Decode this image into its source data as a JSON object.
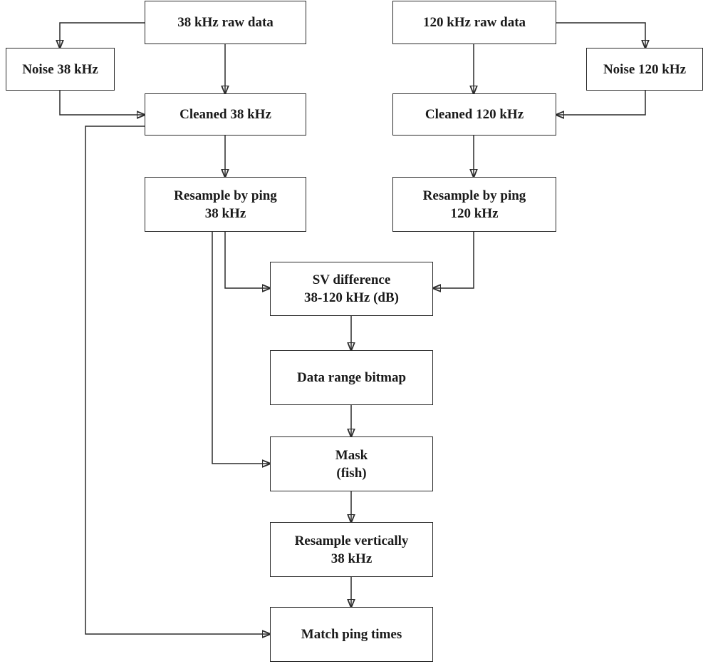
{
  "diagram": {
    "nodes": {
      "raw38": {
        "lines": [
          "38 kHz raw data"
        ]
      },
      "raw120": {
        "lines": [
          "120 kHz raw data"
        ]
      },
      "noise38": {
        "lines": [
          "Noise 38 kHz"
        ]
      },
      "noise120": {
        "lines": [
          "Noise 120 kHz"
        ]
      },
      "clean38": {
        "lines": [
          "Cleaned 38 kHz"
        ]
      },
      "clean120": {
        "lines": [
          "Cleaned 120 kHz"
        ]
      },
      "resample38": {
        "lines": [
          "Resample by ping",
          "38 kHz"
        ]
      },
      "resample120": {
        "lines": [
          "Resample by ping",
          "120 kHz"
        ]
      },
      "svdiff": {
        "lines": [
          "SV difference",
          "38-120 kHz (dB)"
        ]
      },
      "bitmap": {
        "lines": [
          "Data range bitmap"
        ]
      },
      "mask": {
        "lines": [
          "Mask",
          "(fish)"
        ]
      },
      "vertical": {
        "lines": [
          "Resample vertically",
          "38 kHz"
        ]
      },
      "match": {
        "lines": [
          "Match ping times"
        ]
      }
    },
    "edges": [
      {
        "from": "raw38",
        "to": "noise38"
      },
      {
        "from": "raw38",
        "to": "clean38"
      },
      {
        "from": "noise38",
        "to": "clean38"
      },
      {
        "from": "raw120",
        "to": "noise120"
      },
      {
        "from": "raw120",
        "to": "clean120"
      },
      {
        "from": "noise120",
        "to": "clean120"
      },
      {
        "from": "clean38",
        "to": "resample38"
      },
      {
        "from": "clean120",
        "to": "resample120"
      },
      {
        "from": "resample38",
        "to": "svdiff"
      },
      {
        "from": "resample120",
        "to": "svdiff"
      },
      {
        "from": "svdiff",
        "to": "bitmap"
      },
      {
        "from": "bitmap",
        "to": "mask"
      },
      {
        "from": "resample38",
        "to": "mask"
      },
      {
        "from": "mask",
        "to": "vertical"
      },
      {
        "from": "vertical",
        "to": "match"
      },
      {
        "from": "clean38",
        "to": "match"
      }
    ],
    "colors": {
      "line": "#2b2b2b",
      "box_border": "#2b2b2b",
      "text": "#1a1a1a",
      "background": "#ffffff"
    }
  }
}
